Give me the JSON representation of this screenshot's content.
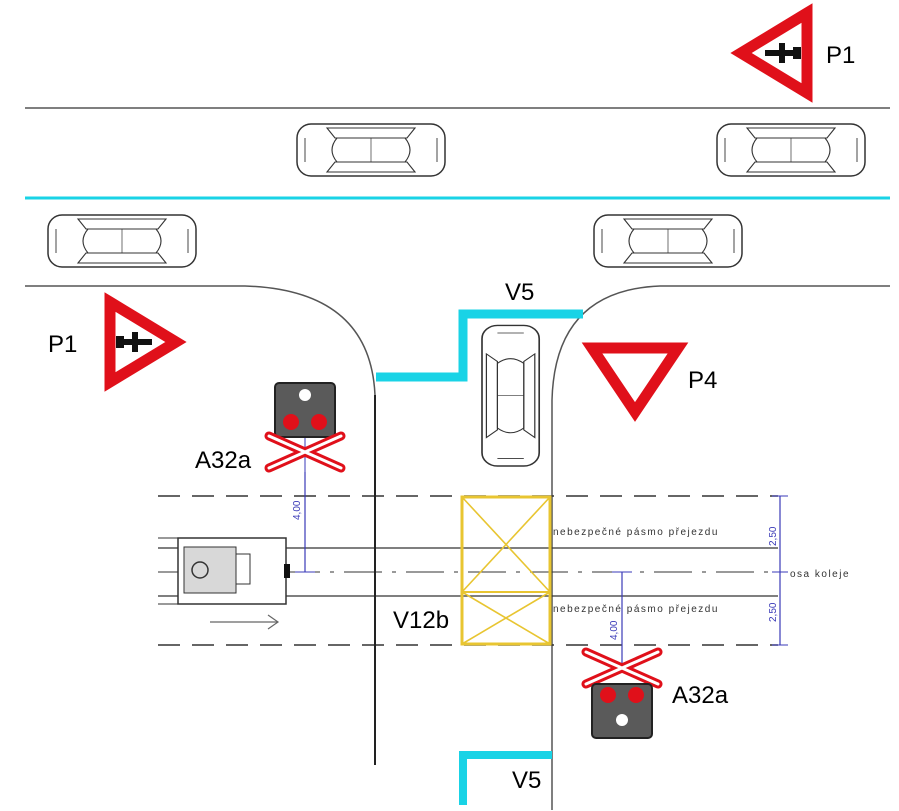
{
  "labels": {
    "p1_top": "P1",
    "p1_left": "P1",
    "v5_top": "V5",
    "v5_bottom": "V5",
    "p4": "P4",
    "a32a_left": "A32a",
    "a32a_right": "A32a",
    "v12b": "V12b",
    "danger_zone_upper": "nebezpečné pásmo přejezdu",
    "danger_zone_lower": "nebezpečné pásmo přejezdu",
    "track_axis": "osa koleje",
    "dim_left": "4,00",
    "dim_right": "4,00",
    "dim_upper": "2,50",
    "dim_lower": "2,50"
  },
  "colors": {
    "sign_red": "#e0101a",
    "stop_line_cyan": "#19d3e6",
    "v12b_yellow": "#e8c531",
    "dimension_blue": "#3a3ab8",
    "road_line": "#555555"
  }
}
